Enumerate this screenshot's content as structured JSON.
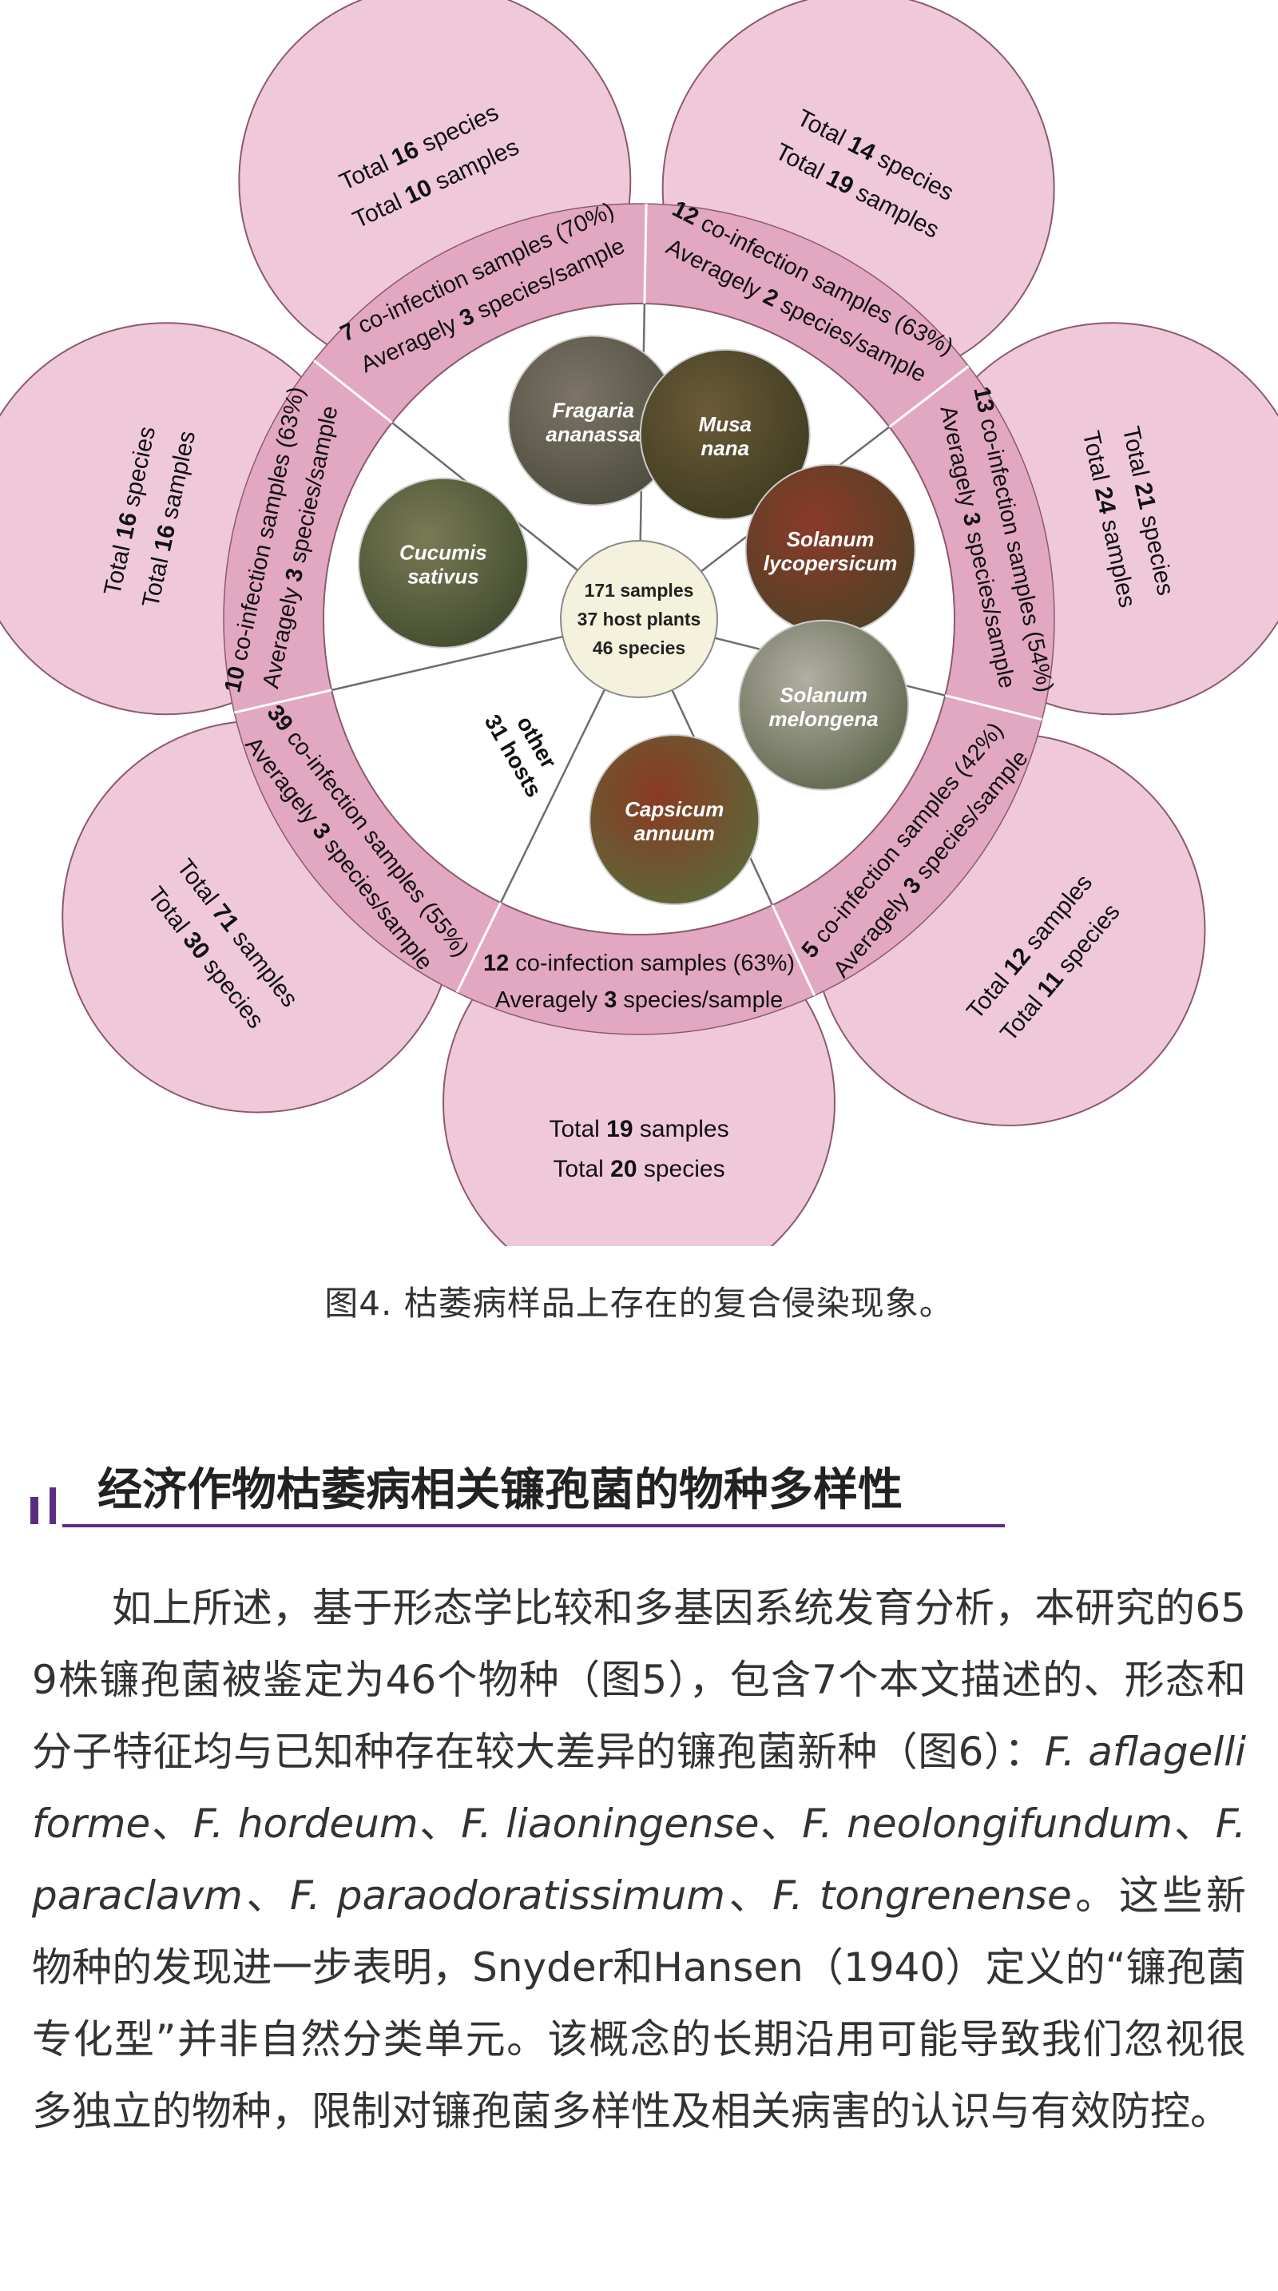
{
  "figure": {
    "center": {
      "line1": "171 samples",
      "line2": "37 host plants",
      "line3": "46 species"
    },
    "petals": [
      {
        "host_line1": "Fragaria",
        "host_line2": "ananassa",
        "total_a": {
          "pre": "Total ",
          "num": "16",
          "post": " species"
        },
        "total_b": {
          "pre": "Total ",
          "num": "10",
          "post": " samples"
        },
        "coinf": {
          "num": "7",
          "text": " co-infection samples  (70%)"
        },
        "avg": {
          "pre": "Averagely ",
          "num": "3",
          "post": " species/sample"
        }
      },
      {
        "host_line1": "Musa",
        "host_line2": "nana",
        "total_a": {
          "pre": "Total ",
          "num": "14",
          "post": " species"
        },
        "total_b": {
          "pre": "Total ",
          "num": "19",
          "post": " samples"
        },
        "coinf": {
          "num": "12",
          "text": " co-infection samples  (63%)"
        },
        "avg": {
          "pre": "Averagely ",
          "num": "2",
          "post": " species/sample"
        }
      },
      {
        "host_line1": "Solanum",
        "host_line2": "lycopersicum",
        "total_a": {
          "pre": "Total ",
          "num": "21",
          "post": " species"
        },
        "total_b": {
          "pre": "Total ",
          "num": "24",
          "post": " samples"
        },
        "coinf": {
          "num": "13",
          "text": " co-infection samples  (54%)"
        },
        "avg": {
          "pre": "Averagely ",
          "num": "3",
          "post": " species/sample"
        }
      },
      {
        "host_line1": "Solanum",
        "host_line2": "melongena",
        "total_a": {
          "pre": "Total ",
          "num": "12",
          "post": " samples"
        },
        "total_b": {
          "pre": "Total ",
          "num": "11",
          "post": " species"
        },
        "coinf": {
          "num": "5",
          "text": " co-infection samples (42%)"
        },
        "avg": {
          "pre": "Averagely ",
          "num": "3",
          "post": " species/sample"
        }
      },
      {
        "host_line1": "Capsicum",
        "host_line2": "annuum",
        "total_a": {
          "pre": "Total ",
          "num": "19",
          "post": " samples"
        },
        "total_b": {
          "pre": "Total ",
          "num": "20",
          "post": " species"
        },
        "coinf": {
          "num": "12",
          "text": " co-infection samples (63%)"
        },
        "avg": {
          "pre": "Averagely ",
          "num": "3",
          "post": " species/sample"
        }
      },
      {
        "host_line1": "other",
        "host_line2": "31 hosts",
        "total_a": {
          "pre": "Total ",
          "num": "71",
          "post": " samples"
        },
        "total_b": {
          "pre": "Total ",
          "num": "30",
          "post": " species"
        },
        "coinf": {
          "num": "39",
          "text": " co-infection samples  (55%)"
        },
        "avg": {
          "pre": "Averagely ",
          "num": "3",
          "post": " species/sample"
        }
      },
      {
        "host_line1": "Cucumis",
        "host_line2": "sativus",
        "total_a": {
          "pre": "Total ",
          "num": "16",
          "post": " species"
        },
        "total_b": {
          "pre": "Total ",
          "num": "16",
          "post": " samples"
        },
        "coinf": {
          "num": "10",
          "text": " co-infection samples  (63%)"
        },
        "avg": {
          "pre": "Averagely ",
          "num": "3",
          "post": " species/sample"
        }
      }
    ]
  },
  "caption": "图4. 枯萎病样品上存在的复合侵染现象。",
  "section_title": "经济作物枯萎病相关镰孢菌的物种多样性",
  "paragraph": {
    "t1": "如上所述，基于形态学比较和多基因系统发育分析，本研究的659株镰孢菌被鉴定为46个物种（图5），包含7个本文描述的、形态和分子特征均与已知种存在较大差异的镰孢菌新种（图6）：",
    "sp1": "F. aflagelliforme",
    "sep1": "、",
    "sp2": "F. hordeum",
    "sep2": "、",
    "sp3": "F. liaoningense",
    "sep3": "、",
    "sp4": "F. neolongifundum",
    "sep4": "、",
    "sp5": "F. paraclavm",
    "sep5": "、",
    "sp6": "F. paraodoratissimum",
    "sep6": "、",
    "sp7": "F. tongrenense",
    "t2": "。这些新物种的发现进一步表明，Snyder和Hansen（1940）定义的“镰孢菌专化型”并非自然分类单元。该概念的长期沿用可能导致我们忽视很多独立的物种，限制对镰孢菌多样性及相关病害的认识与有效防控。"
  }
}
